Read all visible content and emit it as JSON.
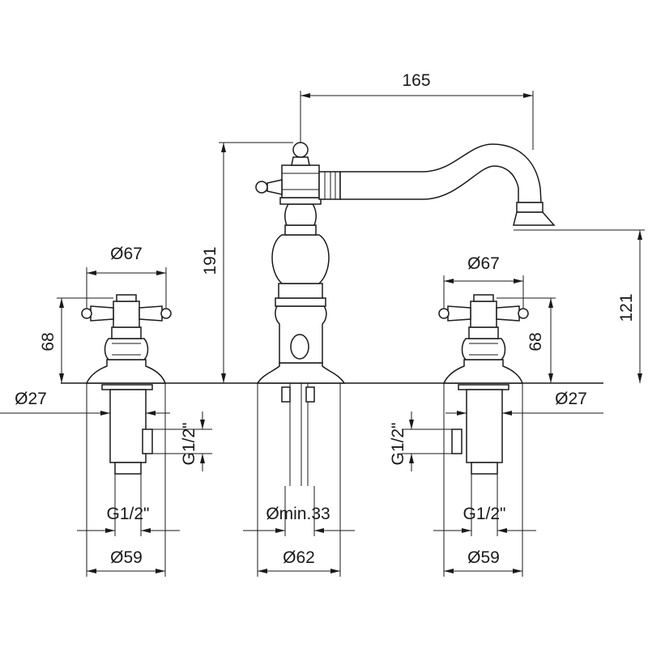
{
  "dimensions": {
    "spout_reach": "165",
    "total_height": "191",
    "spout_height": "121",
    "handle_diameter_left": "Ø67",
    "handle_diameter_right": "Ø67",
    "valve_height_left": "68",
    "valve_height_right": "68",
    "shank_diameter_left": "Ø27",
    "shank_diameter_right": "Ø27",
    "thread_side_left": "G1/2\"",
    "thread_side_right": "G1/2\"",
    "thread_bottom_left": "G1/2\"",
    "thread_bottom_right": "G1/2\"",
    "hole_min": "Ømin.33",
    "base_left": "Ø59",
    "base_center": "Ø62",
    "base_right": "Ø59"
  }
}
